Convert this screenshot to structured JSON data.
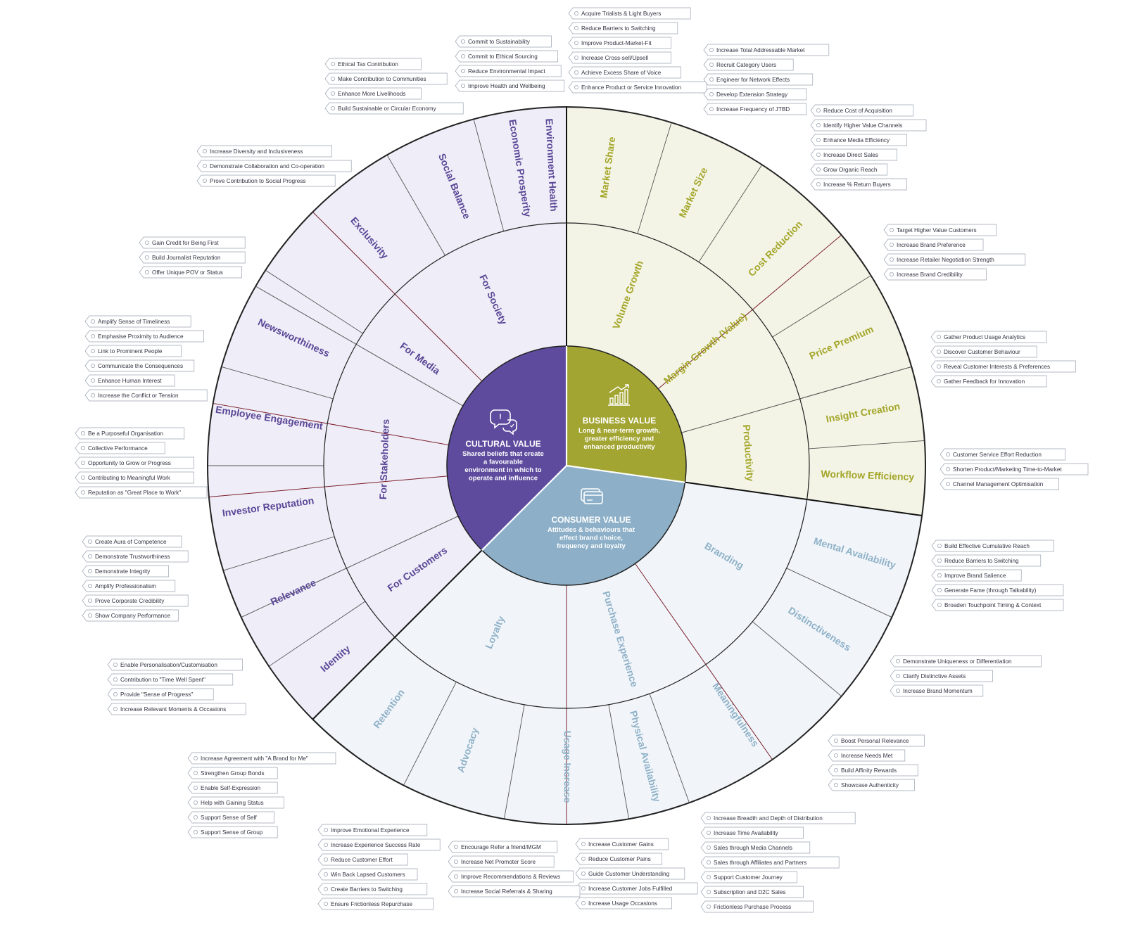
{
  "colors": {
    "cultural_core": "#5e4b9e",
    "cultural_fill": "#efedf7",
    "cultural_text": "#5a4797",
    "business_core": "#a3a533",
    "business_fill": "#f4f4e6",
    "business_text": "#a3a629",
    "consumer_core": "#8db0c8",
    "consumer_fill": "#f1f5f9",
    "consumer_text": "#8fb1c8",
    "divider_major": "#111111",
    "divider_minor": "#7a1f2b"
  },
  "core": {
    "cultural": {
      "icon": "chat-bubbles-icon",
      "title": "CULTURAL VALUE",
      "desc": [
        "Shared beliefs that create",
        "a favourable",
        "environment in which to",
        "operate and influence"
      ]
    },
    "business": {
      "icon": "growth-chart-icon",
      "title": "BUSINESS VALUE",
      "desc": [
        "Long & near-term growth,",
        "greater efficiency and",
        "enhanced productivity"
      ]
    },
    "consumer": {
      "icon": "card-icon",
      "title": "CONSUMER VALUE",
      "desc": [
        "Attitudes & behaviours that",
        "effect brand choice,",
        "frequency and loyalty"
      ]
    }
  },
  "middle": {
    "cultural": [
      "For Customers",
      "For Stakeholders",
      "For Media",
      "For Society"
    ],
    "business": [
      "Volume Growth",
      "Margin Growth (Value)",
      "Productivity"
    ],
    "consumer": [
      "Branding",
      "Purchase Experience",
      "Loyalty"
    ]
  },
  "outer": {
    "business": [
      "Market Share",
      "Market Size",
      "Cost Reduction",
      "Price Premium",
      "Insight Creation",
      "Workflow Efficiency"
    ],
    "consumer": [
      "Mental Availability",
      "Distinctiveness",
      "Meaningfulness",
      "Physical Availability",
      "Usage Increase",
      "Advocacy",
      "Retention"
    ],
    "cultural": [
      "Identity",
      "Relevance",
      "Investor Reputation",
      "Employee Engagement",
      "Newsworthiness",
      "Exclusivity",
      "Social Balance",
      "Economic Prosperity",
      "Environment Health"
    ]
  },
  "tag_groups": [
    {
      "name": "Market Share",
      "items": [
        "Acquire Trialists & Light Buyers",
        "Reduce Barriers to Switching",
        "Improve Product-Market-Fit",
        "Increase Cross-sell/Upsell",
        "Achieve Excess Share of Voice",
        "Enhance Product or Service Innovation"
      ]
    },
    {
      "name": "Market Size",
      "items": [
        "Increase Total Addressable Market",
        "Recruit Category Users",
        "Engineer for Network Effects",
        "Develop Extension Strategy",
        "Increase Frequency of JTBD"
      ]
    },
    {
      "name": "Cost Reduction",
      "items": [
        "Reduce Cost of Acquisition",
        "Identify Higher Value Channels",
        "Enhance Media Efficiency",
        "Increase Direct Sales",
        "Grow Organic Reach",
        "Increase % Return Buyers"
      ]
    },
    {
      "name": "Price Premium",
      "items": [
        "Target Higher Value Customers",
        "Increase Brand Preference",
        "Increase Retailer Negotiation Strength",
        "Increase Brand Credibility"
      ]
    },
    {
      "name": "Insight Creation",
      "items": [
        "Gather Product Usage Analytics",
        "Discover Customer Behaviour",
        "Reveal Customer Interests & Preferences",
        "Gather Feedback for Innovation"
      ]
    },
    {
      "name": "Workflow Efficiency",
      "items": [
        "Customer Service Effort Reduction",
        "Shorten Product/Marketing Time-to-Market",
        "Channel Management Optimisation"
      ]
    },
    {
      "name": "Mental Availability",
      "items": [
        "Build Effective Cumulative Reach",
        "Reduce Barriers to Switching",
        "Improve Brand Salience",
        "Generate Fame (through Talkability)",
        "Broaden Touchpoint Timing & Context"
      ]
    },
    {
      "name": "Distinctiveness",
      "items": [
        "Demonstrate Uniqueness or Differentiation",
        "Clarify Distinctive Assets",
        "Increase Brand Momentum"
      ]
    },
    {
      "name": "Meaningfulness",
      "items": [
        "Boost Personal Relevance",
        "Increase Needs Met",
        "Build Affinity Rewards",
        "Showcase Authenticity"
      ]
    },
    {
      "name": "Physical Availability",
      "items": [
        "Increase Breadth and Depth of Distribution",
        "Increase Time Availability",
        "Sales through Media Channels",
        "Sales through Affiliates and Partners",
        "Support Customer Journey",
        "Subscription and D2C Sales",
        "Frictionless Purchase Process"
      ]
    },
    {
      "name": "Usage Increase",
      "items": [
        "Increase Customer Gains",
        "Reduce Customer Pains",
        "Guide Customer Understanding",
        "Increase Customer Jobs Fulfilled",
        "Increase Usage Occasions"
      ]
    },
    {
      "name": "Advocacy",
      "items": [
        "Encourage Refer a friend/MGM",
        "Increase Net Promoter Score",
        "Improve Recommendations & Reviews",
        "Increase Social Referrals & Sharing"
      ]
    },
    {
      "name": "Retention",
      "items": [
        "Improve Emotional Experience",
        "Increase Experience Success Rate",
        "Reduce Customer Effort",
        "Win Back Lapsed Customers",
        "Create Barriers to Switching",
        "Ensure Frictionless Repurchase"
      ]
    },
    {
      "name": "Identity",
      "items": [
        "Increase Agreement with \"A Brand for Me\"",
        "Strengthen Group Bonds",
        "Enable Self-Expression",
        "Help with Gaining Status",
        "Support Sense of Self",
        "Support Sense of Group"
      ]
    },
    {
      "name": "Relevance",
      "items": [
        "Enable Personalisation/Customisation",
        "Contribution to \"Time Well Spent\"",
        "Provide \"Sense of Progress\"",
        "Increase Relevant Moments & Occasions"
      ]
    },
    {
      "name": "Investor Reputation",
      "items": [
        "Create Aura of Competence",
        "Demonstrate Trustworthiness",
        "Demonstrate Integrity",
        "Amplify Professionalism",
        "Prove Corporate Credibility",
        "Show Company Performance"
      ]
    },
    {
      "name": "Employee Engagement",
      "items": [
        "Be a Purposeful Organisation",
        "Collective Performance",
        "Opportunity to Grow or Progress",
        "Contributing to Meaningful Work",
        "Reputation as \"Great Place to Work\""
      ]
    },
    {
      "name": "Newsworthiness",
      "items": [
        "Amplify Sense of Timeliness",
        "Emphasise Proximity to Audience",
        "Link to Prominent People",
        "Communicate the Consequences",
        "Enhance Human Interest",
        "Increase the Conflict or Tension"
      ]
    },
    {
      "name": "Exclusivity",
      "items": [
        "Gain Credit for Being First",
        "Build Journalist Reputation",
        "Offer Unique POV or Status"
      ]
    },
    {
      "name": "Social Balance",
      "items": [
        "Increase Diversity and Inclusiveness",
        "Demonstrate Collaboration and Co-operation",
        "Prove Contribution to Social Progress"
      ]
    },
    {
      "name": "Economic Prosperity",
      "items": [
        "Ethical Tax Contribution",
        "Make Contribution to Communities",
        "Enhance More Livelihoods",
        "Build Sustainable or Circular Economy"
      ]
    },
    {
      "name": "Environment Health",
      "items": [
        "Commit to Sustainability",
        "Commit to Ethical Sourcing",
        "Reduce Environmental Impact",
        "Improve Health and Wellbeing"
      ]
    }
  ]
}
